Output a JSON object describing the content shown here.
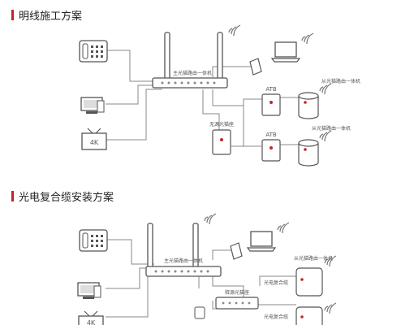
{
  "sections": [
    {
      "title": "明线施工方案",
      "labels": {
        "main_router": "主光猫路由一体机",
        "secondary_router_1": "从光猫路由一体机",
        "secondary_router_2": "从光猫路由一体机",
        "passive_cat": "无源光猫座",
        "atb_1": "ATB",
        "atb_2": "ATB",
        "tv": "4K"
      }
    },
    {
      "title": "光电复合缆安装方案",
      "labels": {
        "main_router": "主光猫路由一体机",
        "secondary_router_1": "从光猫路由一体机",
        "passive_cat": "释源光猫座",
        "composite_1": "光电复合缆",
        "composite_2": "光电复合缆",
        "tv": "4K"
      }
    }
  ],
  "colors": {
    "accent": "#c0262d",
    "line": "#8a8a8a",
    "text": "#222222"
  }
}
